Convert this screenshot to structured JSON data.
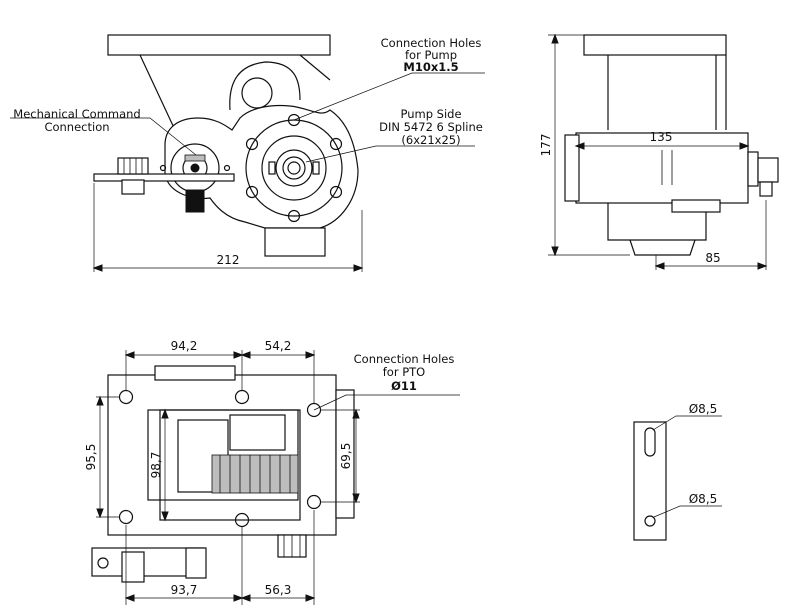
{
  "labels": {
    "pump_holes_line1": "Connection Holes",
    "pump_holes_line2": "for Pump",
    "pump_holes_line3": "M10x1.5",
    "pump_side_line1": "Pump Side",
    "pump_side_line2": "DIN 5472 6 Spline",
    "pump_side_line3": "(6x21x25)",
    "mech_cmd_line1": "Mechanical Command",
    "mech_cmd_line2": "Connection",
    "pto_holes_line1": "Connection Holes",
    "pto_holes_line2": "for PTO",
    "pto_holes_line3": "Ø11"
  },
  "dimensions": {
    "front_width": "212",
    "side_height": "177",
    "side_length": "135",
    "side_offset": "85",
    "top_span_left": "94,2",
    "top_span_right": "54,2",
    "left_height": "95,5",
    "inner_height": "98,7",
    "right_height": "69,5",
    "bottom_span_left": "93,7",
    "bottom_span_right": "56,3",
    "slot_dia_top": "Ø8,5",
    "slot_dia_bottom": "Ø8,5"
  }
}
